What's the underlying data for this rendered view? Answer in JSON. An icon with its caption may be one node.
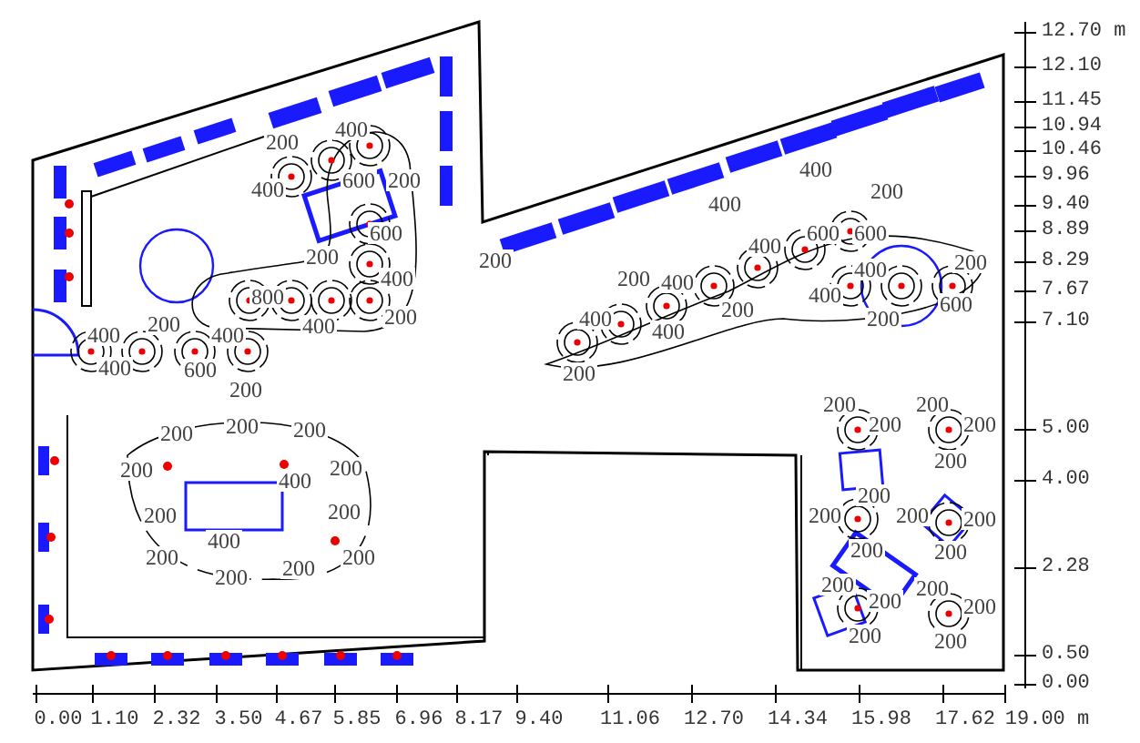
{
  "diagram": {
    "labels": [
      "400",
      "200",
      "400",
      "600",
      "200",
      "400",
      "200",
      "400",
      "600",
      "600",
      "600",
      "400",
      "200",
      "200",
      "200",
      "400",
      "400",
      "200",
      "400",
      "400",
      "200",
      "400",
      "800",
      "400",
      "200",
      "400",
      "400",
      "200",
      "400",
      "200",
      "600",
      "400",
      "600",
      "200",
      "200",
      "200",
      "200",
      "200",
      "200",
      "200",
      "200",
      "200",
      "200",
      "400",
      "200",
      "200",
      "200",
      "200",
      "200",
      "200",
      "200",
      "200",
      "200",
      "400",
      "200",
      "200",
      "200",
      "200",
      "200",
      "200",
      "200",
      "200",
      "200",
      "200",
      "200",
      "12.70 m",
      "12.10",
      "11.45",
      "10.94",
      "10.46",
      "9.96",
      "9.40",
      "8.89",
      "8.29",
      "7.67",
      "7.10",
      "5.00",
      "4.00",
      "2.28",
      "0.50",
      "0.00",
      "0.00",
      "1.10",
      "2.32",
      "3.50",
      "4.67",
      "5.85",
      "6.96",
      "8.17",
      "9.40",
      "11.06",
      "12.70",
      "14.34",
      "15.98",
      "17.62",
      "19.00 m"
    ]
  }
}
